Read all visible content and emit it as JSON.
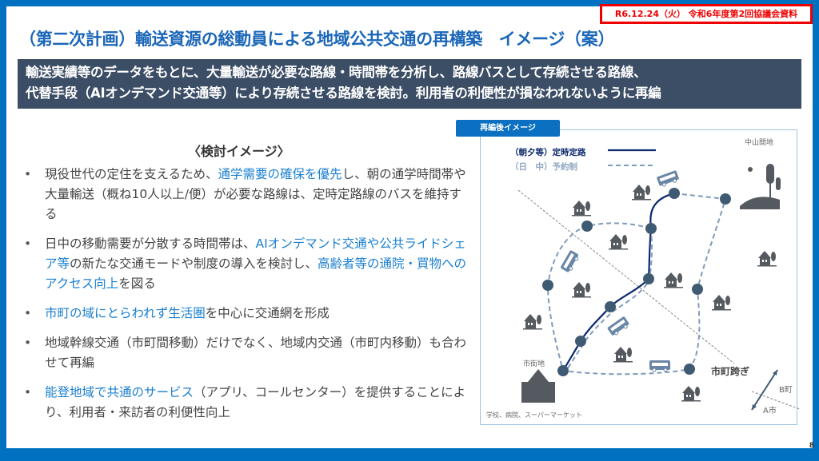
{
  "badge": "R6.12.24（火） 令和6年度第2回協議会資料",
  "title": "（第二次計画）輸送資源の総動員による地域公共交通の再構築　イメージ（案）",
  "summary": [
    "輸送実績等のデータをもとに、大量輸送が必要な路線・時間帯を分析し、路線バスとして存続させる路線、",
    "代替手段（AIオンデマンド交通等）により存続させる路線を検討。利用者の利便性が損なわれないように再編"
  ],
  "subhead": "〈検討イメージ〉",
  "bullets": [
    {
      "a": "現役世代の定住を支えるため、",
      "b": "通学需要の確保を優先",
      "c": "し、朝の通学時間帯や大量輸送（概ね10人以上/便）が必要な路線は、定時定路線のバスを維持する"
    },
    {
      "a": "日中の移動需要が分散する時間帯は、",
      "b": "AIオンデマンド交通や公共ライドシェア等",
      "c": "の新たな交通モードや制度の導入を検討し、",
      "d": "高齢者等の通院・買物へのアクセス向上",
      "e": "を図る"
    },
    {
      "b": "市町の域にとらわれず生活圏",
      "c": "を中心に交通網を形成"
    },
    {
      "a": "地域幹線交通（市町間移動）だけでなく、地域内交通（市町内移動）も合わせて再編"
    },
    {
      "b": "能登地域で共通のサービス",
      "c": "（アプリ、コールセンター）を提供することにより、利用者・来訪者の利便性向上"
    }
  ],
  "diagram": {
    "tab": "再編後イメージ",
    "legend_fixed": "（朝夕等）定時定路",
    "legend_demand": "（日　中）予約制",
    "mountain_label": "中山間地",
    "city_label": "市街地",
    "cross_label": "市町跨ぎ",
    "b_town": "B町",
    "a_city": "A市",
    "facilities": "学校、病院、スーパーマーケット",
    "colors": {
      "fixed": "#0d2a6e",
      "demand": "#7f9bba",
      "node": "#3f5a73",
      "icon": "#555a60"
    }
  },
  "page_number": "8"
}
